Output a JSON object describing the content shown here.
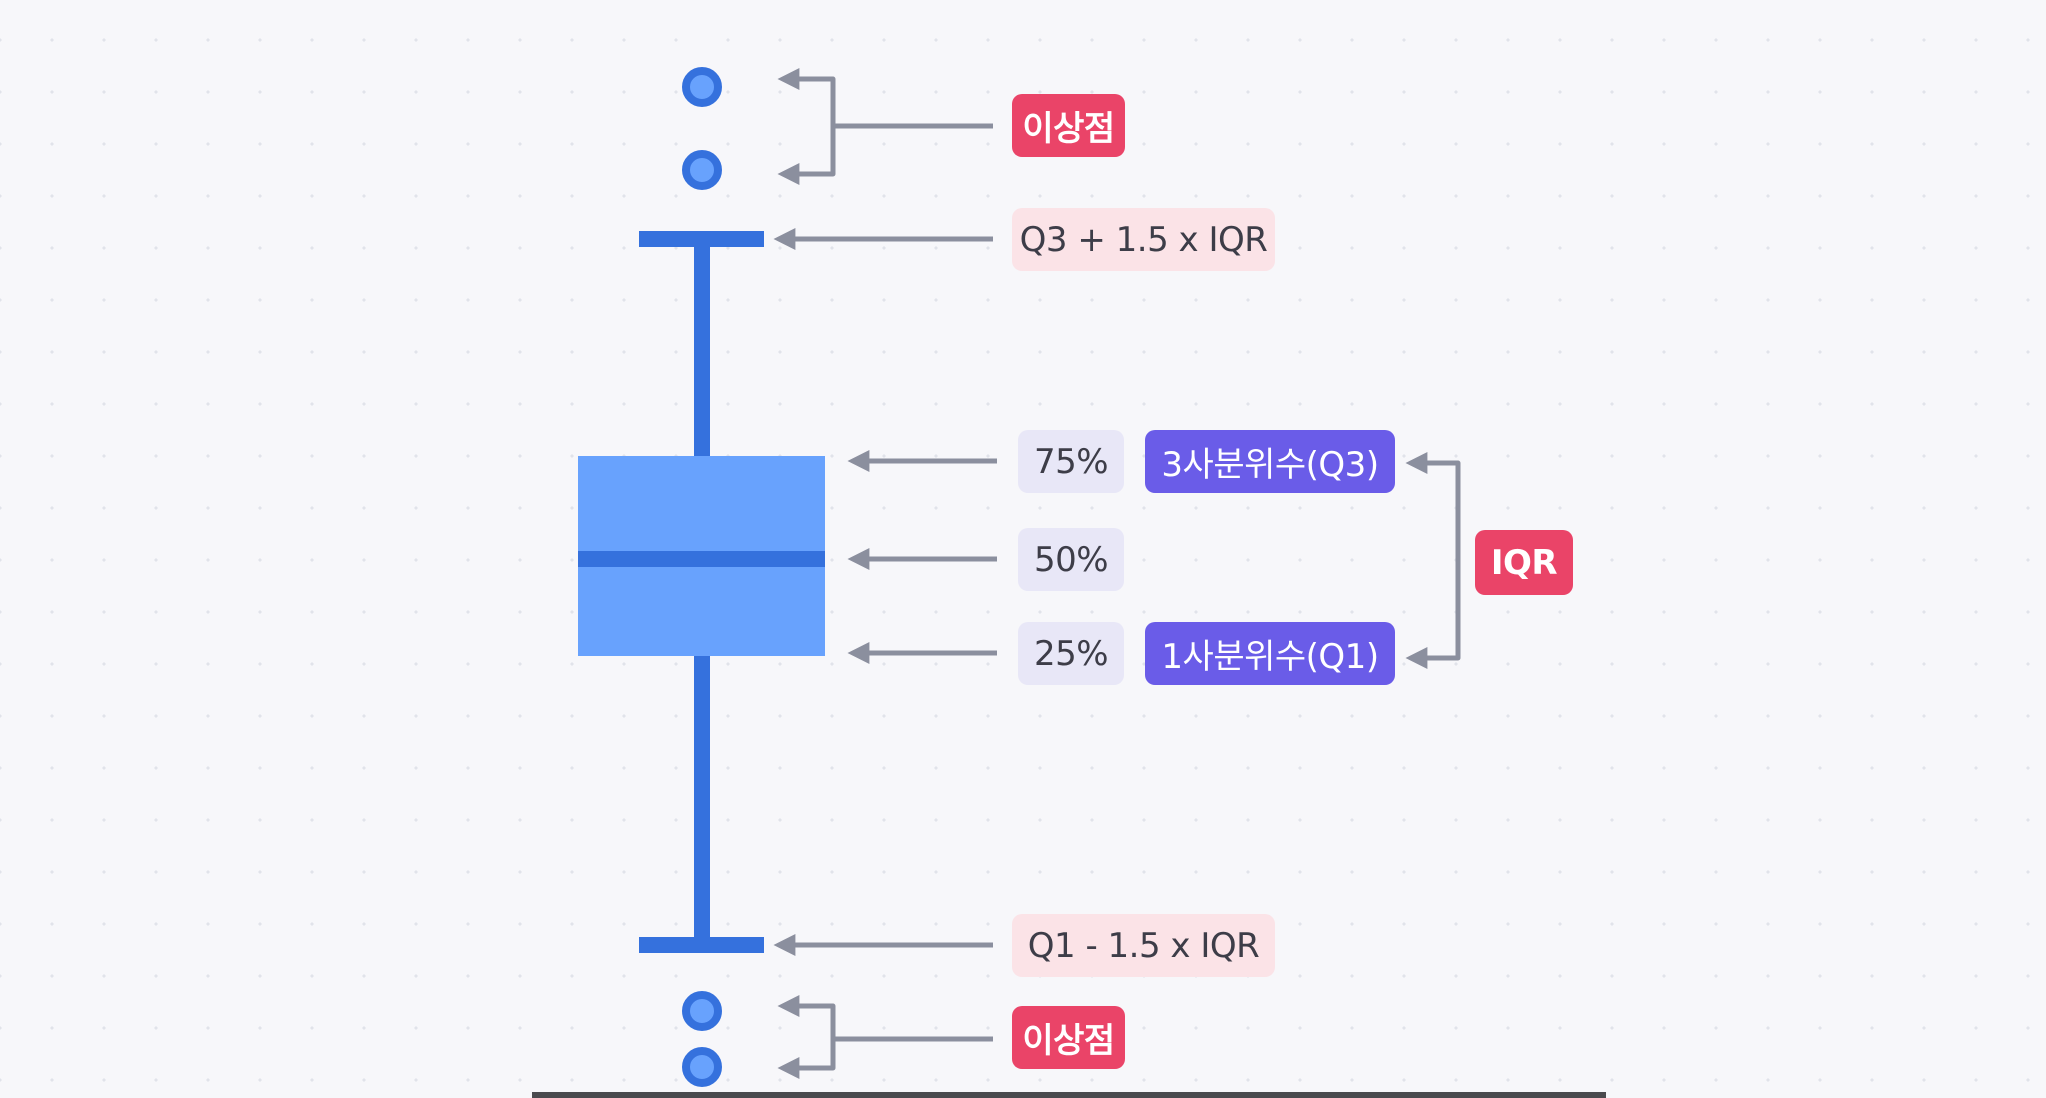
{
  "labels": {
    "outlier": "이상점",
    "upper_whisker": "Q3 + 1.5 x IQR",
    "lower_whisker": "Q1 - 1.5 x IQR",
    "q3_percent": "75%",
    "median_percent": "50%",
    "q1_percent": "25%",
    "q3_name": "3사분위수(Q3)",
    "q1_name": "1사분위수(Q1)",
    "iqr": "IQR"
  },
  "colors": {
    "box_fill": "#68a2fd",
    "box_line": "#3571dd",
    "outlier_fill": "#68a2fd",
    "arrow": "#8b8f9e",
    "red_badge": "#ea4468",
    "purple_badge": "#6a5ce8",
    "pink_badge": "#fbe3e7",
    "lavender_badge": "#e8e7f7"
  }
}
